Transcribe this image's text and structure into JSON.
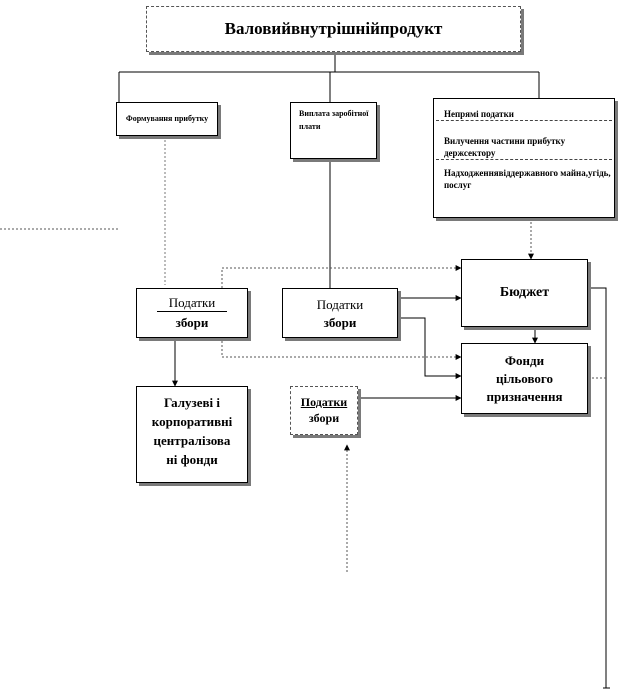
{
  "title": "Валовийвнутрішнійпродукт",
  "top_boxes": {
    "profit": "Формування прибутку",
    "wages": "Виплата заробітної плати",
    "indirect": "Непрямі податки",
    "withdrawal": "Вилучення частини прибутку держсектору",
    "state_property": "Надходженнявіддержавного майна,угідь, послуг"
  },
  "taxes_left_line1": "Податки",
  "taxes_left_line2": "збори",
  "taxes_mid_line1": "Податки",
  "taxes_mid_line2": "збори",
  "taxes_lower_line1": "Податки",
  "taxes_lower_line2": "збори",
  "budget": "Бюджет",
  "target_funds_line1": "Фонди",
  "target_funds_line2": "цільового",
  "target_funds_line3": "призначення",
  "sector_funds_line1": "Галузеві і",
  "sector_funds_line2": "корпоративні",
  "sector_funds_line3": "централізова",
  "sector_funds_line4": "ні фонди"
}
